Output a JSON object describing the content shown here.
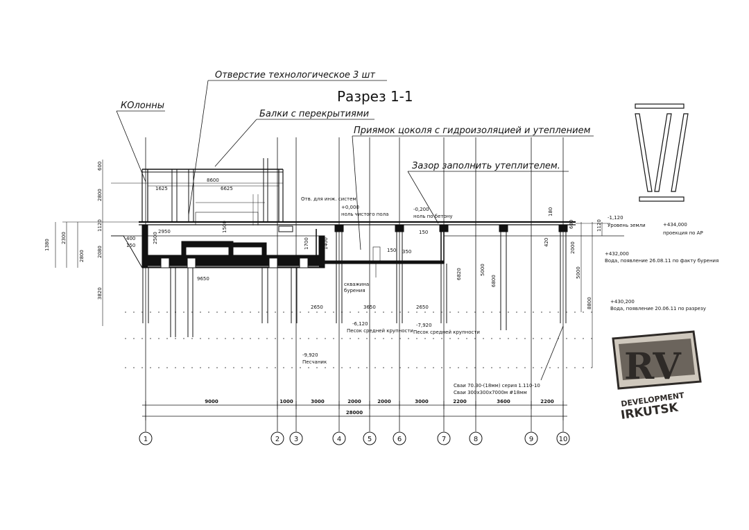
{
  "title": "Разрез 1-1",
  "callouts": {
    "holes": "Отверстие технологическое 3 шт",
    "columns": "КОлонны",
    "beams": "Балки с перекрытиями",
    "pit": "Приямок цоколя с гидроизоляцией и утеплением",
    "gap": "Зазор заполнить утеплителем."
  },
  "levels": {
    "floor_zero": "+0,000",
    "floor_zero_note": "ноль чистого пола",
    "concrete_level": "-0,200",
    "concrete_note": "ноль по бетону",
    "ground_level": "-1,120",
    "ground_note": "Уровень земли",
    "abs_434": "+434,000",
    "abs_434_note": "проекция по АР",
    "abs_432": "+432,000",
    "abs_432_note": "Вода, появление 26.08.11 по факту бурения",
    "abs_430": "+430,200",
    "abs_430_note": "Вода, появление 20.06.11 по разрезу",
    "sand1": "-6,120",
    "sand1_note": "Песок средней крупности",
    "sand2": "-7,920",
    "sand2_note": "Песок средней крупности",
    "sand3": "-9,920",
    "sand3_note": "Песчаник",
    "eng_note": "Отв. для инж. систем",
    "well": "скважина",
    "well2": "бурения"
  },
  "pile_note": {
    "line1": "Сваи 70.30-(18мм) серия 1.110-10",
    "line2": "Сваи 300х300х7000м #18мм"
  },
  "dims_top": {
    "d600": "600",
    "d2800": "2800",
    "d8600": "8600",
    "d1625": "1625",
    "d6625": "6625",
    "d1120": "1120",
    "d2080": "2080",
    "d3820": "3820",
    "d2300": "2300",
    "d1380": "1380",
    "d2800b": "2800",
    "d400": "400",
    "d150": "150",
    "d2950": "2950",
    "d2500": "2500",
    "d1500": "1500",
    "d9650": "9650",
    "d1700": "1700",
    "d1400": "1400",
    "d150b": "150",
    "d350": "350",
    "d150c": "150",
    "d2650a": "2650",
    "d3650": "3650",
    "d2650b": "2650",
    "d6820": "6820",
    "d5000": "5000",
    "d6800": "6800",
    "d420": "420",
    "d2000": "2000",
    "d5000b": "5000",
    "d8800": "8800",
    "d180": "180",
    "d1120b": "1120",
    "d600b": "600"
  },
  "dims_bottom": {
    "spans": [
      "9000",
      "1000",
      "3000",
      "2000",
      "2000",
      "3000",
      "2200",
      "3600",
      "2200"
    ],
    "total": "28000"
  },
  "axes": [
    "1",
    "2",
    "3",
    "4",
    "5",
    "6",
    "7",
    "8",
    "9",
    "10"
  ],
  "logo": {
    "letters": "RV",
    "line1": "DEVELOPMENT",
    "line2": "IRKUTSK",
    "colors": {
      "dark": "#2e2a27",
      "mid": "#6b645c",
      "light": "#cfc8bd"
    }
  }
}
